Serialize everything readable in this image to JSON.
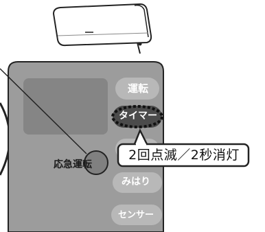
{
  "indicators": {
    "run_label": "運転",
    "timer_label": "タイマー",
    "watch_label": "みはり",
    "sensor_label": "センサー"
  },
  "emergency_button_label": "応急運転",
  "callout_text": "2回点滅／2秒消灯"
}
